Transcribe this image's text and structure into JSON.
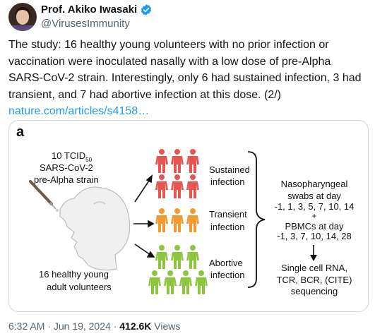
{
  "author": {
    "name": "Prof. Akiko Iwasaki",
    "handle": "@VirusesImmunity"
  },
  "tweet": {
    "text": "The study: 16 healthy young volunteers with no prior infection or vaccination were inoculated nasally with a low dose of pre-Alpha SARS-CoV-2 strain. Interestingly, only 6 had sustained infection, 3 had transient, and 7 had abortive infection at this dose. (2/)",
    "link": "nature.com/articles/s4158…"
  },
  "figure": {
    "panel_letter": "a",
    "dose_line1": "10 TCID",
    "dose_sub": "50",
    "dose_line2": "SARS-CoV-2",
    "dose_line3": "pre-Alpha strain",
    "volunteers_line1": "16 healthy young",
    "volunteers_line2": "adult volunteers",
    "groups": [
      {
        "label1": "Sustained",
        "label2": "infection",
        "count": 6,
        "color": "#e8544f"
      },
      {
        "label1": "Transient",
        "label2": "infection",
        "count": 3,
        "color": "#f29a2e"
      },
      {
        "label1": "Abortive",
        "label2": "infection",
        "count": 7,
        "color": "#8cc63f"
      }
    ],
    "sampling": {
      "line1": "Nasopharyngeal",
      "line2": "swabs at day",
      "line3": "-1, 1, 3, 5, 7, 10, 14",
      "plus": "+",
      "line4": "PBMCs at day",
      "line5": "-1, 3, 7, 10, 14, 28"
    },
    "outputs": {
      "line1": "Single cell RNA,",
      "line2": "TCR, BCR, (CITE)",
      "line3": "sequencing"
    }
  },
  "meta": {
    "time": "6:32 AM",
    "separator": "·",
    "date": "Jun 19, 2024",
    "views_count": "412.6K",
    "views_label": "Views"
  }
}
